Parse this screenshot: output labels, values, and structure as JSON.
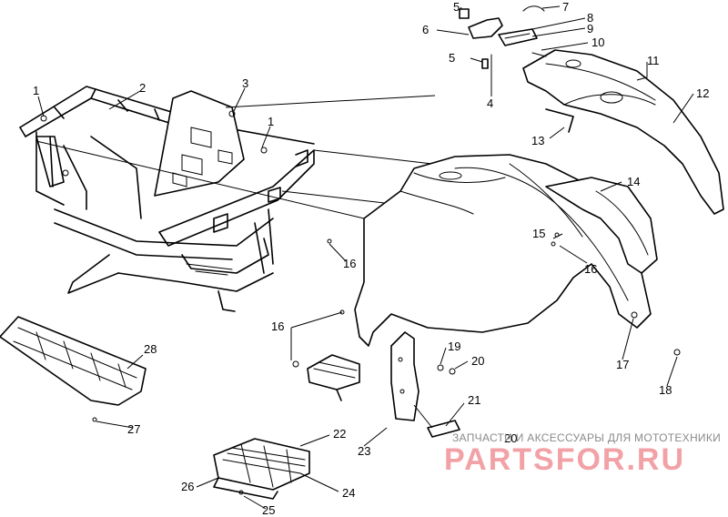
{
  "diagram": {
    "callouts": {
      "p1a": "1",
      "p1b": "1",
      "p2": "2",
      "p3": "3",
      "p4": "4",
      "p5a": "5",
      "p5b": "5",
      "p6": "6",
      "p7": "7",
      "p8": "8",
      "p9": "9",
      "p10": "10",
      "p11": "11",
      "p12": "12",
      "p13": "13",
      "p14": "14",
      "p15": "15",
      "p16a": "16",
      "p16b": "16",
      "p16c": "16",
      "p17": "17",
      "p18": "18",
      "p19": "19",
      "p20a": "20",
      "p20b": "20",
      "p21": "21",
      "p22": "22",
      "p23": "23",
      "p24": "24",
      "p25": "25",
      "p26": "26",
      "p27": "27",
      "p28": "28"
    }
  },
  "watermark": {
    "tagline": "ЗАПЧАСТИ И АКСЕССУАРЫ ДЛЯ МОТОТЕХНИКИ",
    "logo": "PARTSFOR.RU",
    "color": "#f2a2a7"
  }
}
